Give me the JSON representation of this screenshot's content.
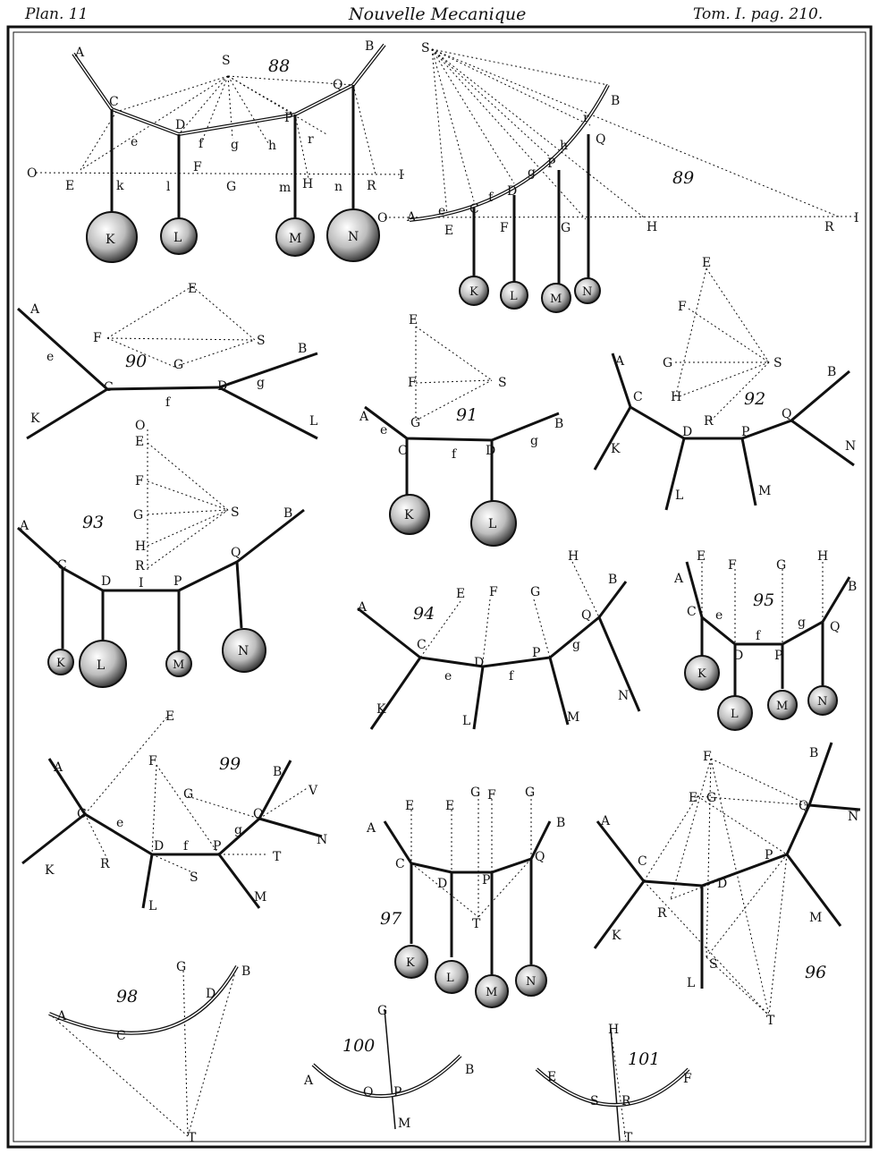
{
  "header": {
    "left": "Plan. 11",
    "center": "Nouvelle Mecanique",
    "right": "Tom. I. pag. 210."
  },
  "figures": {
    "f88": "88",
    "f89": "89",
    "f90": "90",
    "f91": "91",
    "f92": "92",
    "f93": "93",
    "f94": "94",
    "f95": "95",
    "f96": "96",
    "f97": "97",
    "f98": "98",
    "f99": "99",
    "f100": "100",
    "f101": "101"
  },
  "labels": {
    "A": "A",
    "B": "B",
    "C": "C",
    "D": "D",
    "E": "E",
    "F": "F",
    "G": "G",
    "H": "H",
    "I": "I",
    "K": "K",
    "L": "L",
    "M": "M",
    "N": "N",
    "O": "O",
    "P": "P",
    "Q": "Q",
    "R": "R",
    "S": "S",
    "T": "T",
    "V": "V",
    "e": "e",
    "f": "f",
    "g": "g",
    "h": "h",
    "k": "k",
    "l": "l",
    "m": "m",
    "n": "n",
    "r": "r"
  },
  "colors": {
    "ink": "#111111",
    "paper": "#ffffff"
  }
}
